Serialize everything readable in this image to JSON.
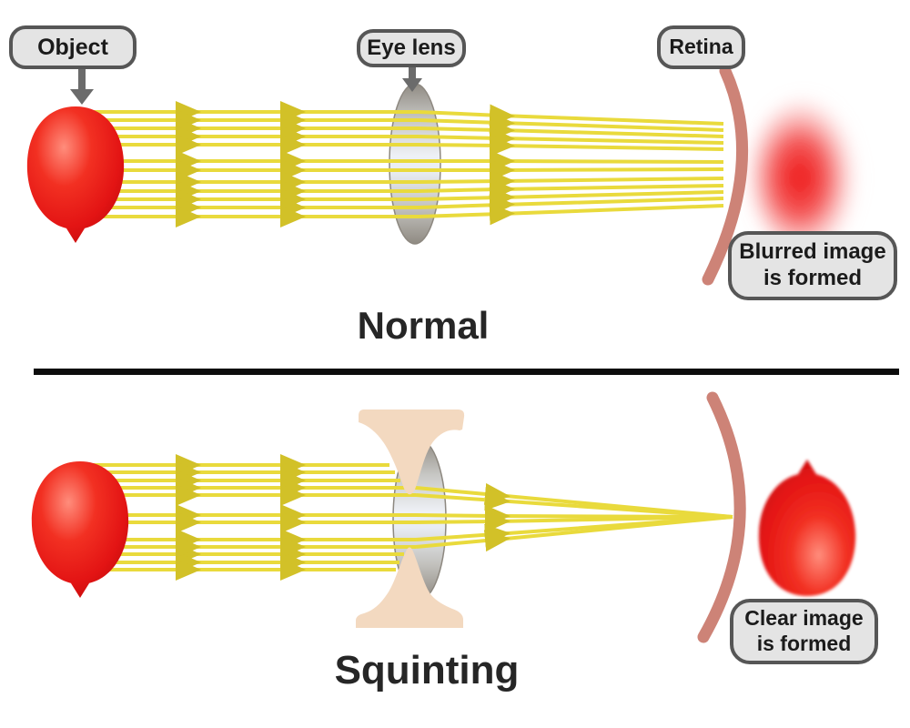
{
  "colors": {
    "ray_yellow": "#e9da3c",
    "ray_arrowhead": "#d2c128",
    "balloon_red": "#e81c1c",
    "retina_salmon": "#cd8377",
    "eyelid_skin": "#f3d9c0",
    "lens_gray": "#8f8a82",
    "label_fill": "#e4e4e4",
    "label_border": "#565656",
    "divider_black": "#0d0d0d",
    "title_text": "#262626"
  },
  "top_panel": {
    "title": "Normal",
    "object_label": "Object",
    "lens_label": "Eye lens",
    "retina_label": "Retina",
    "result_label": {
      "line1": "Blurred image",
      "line2": "is formed"
    }
  },
  "bottom_panel": {
    "title": "Squinting",
    "result_label": {
      "line1": "Clear image",
      "line2": "is formed"
    }
  }
}
